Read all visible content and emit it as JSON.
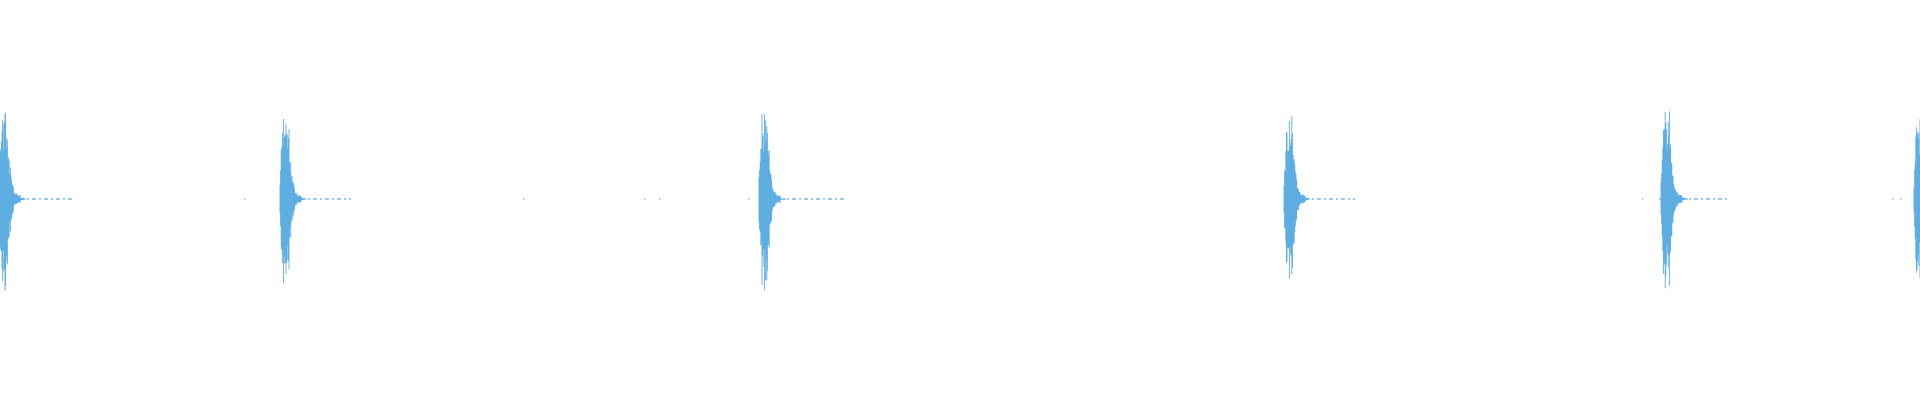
{
  "waveform": {
    "color": "#5dade2",
    "background": "#ffffff",
    "bursts": [
      {
        "id": "burst-1",
        "peak": 1.0
      },
      {
        "id": "burst-2",
        "peak": 1.0
      },
      {
        "id": "burst-3",
        "peak": 1.0
      },
      {
        "id": "burst-4",
        "peak": 0.97
      },
      {
        "id": "burst-5",
        "peak": 1.0
      },
      {
        "id": "burst-6",
        "peak": 0.95
      }
    ]
  }
}
